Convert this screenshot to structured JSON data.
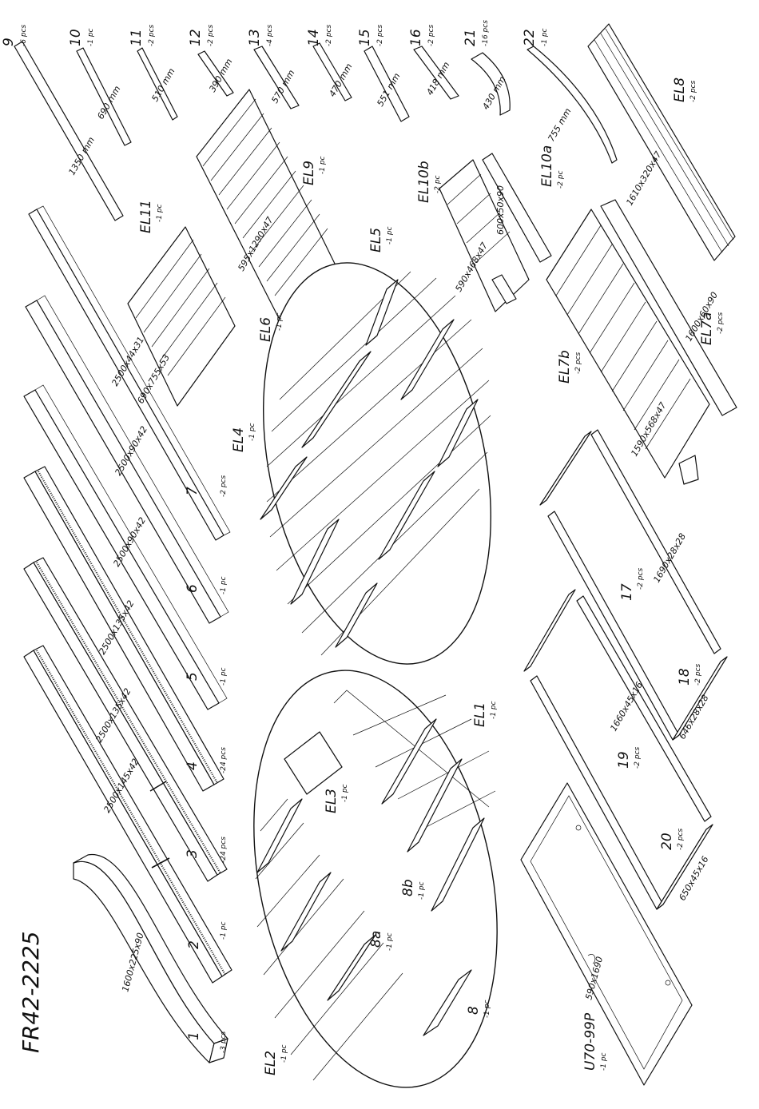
{
  "title": "FR42-2225",
  "labels": [
    {
      "id": "p1",
      "num": "1",
      "qty": "-3 pcs",
      "dim": "1600x225x90"
    },
    {
      "id": "p2",
      "num": "2",
      "qty": "-1 pc",
      "dim": "2500x145x42"
    },
    {
      "id": "p3",
      "num": "3",
      "qty": "-24 pcs",
      "dim": "2500x135x42"
    },
    {
      "id": "p4",
      "num": "4",
      "qty": "-24 pcs",
      "dim": "2500x135x42"
    },
    {
      "id": "p5",
      "num": "5",
      "qty": "-1 pc",
      "dim": "2500x90x42"
    },
    {
      "id": "p6",
      "num": "6",
      "qty": "-1 pc",
      "dim": "2500x90x42"
    },
    {
      "id": "p7",
      "num": "7",
      "qty": "-2 pcs",
      "dim": "2500x44x31"
    },
    {
      "id": "p9",
      "num": "9",
      "qty": "-6 pcs",
      "dim": "1350 mm"
    },
    {
      "id": "p10",
      "num": "10",
      "qty": "-1 pc",
      "dim": "690 mm"
    },
    {
      "id": "p11",
      "num": "11",
      "qty": "-2 pcs",
      "dim": "510 mm"
    },
    {
      "id": "p12",
      "num": "12",
      "qty": "-2 pcs",
      "dim": "390 mm"
    },
    {
      "id": "p13",
      "num": "13",
      "qty": "-4 pcs",
      "dim": "570 mm"
    },
    {
      "id": "p14",
      "num": "14",
      "qty": "-2 pcs",
      "dim": "470 mm"
    },
    {
      "id": "p15",
      "num": "15",
      "qty": "-2 pcs",
      "dim": "551 mm"
    },
    {
      "id": "p16",
      "num": "16",
      "qty": "-2 pcs",
      "dim": "418 mm"
    },
    {
      "id": "p21",
      "num": "21",
      "qty": "-16 pcs",
      "dim": "430 mm"
    },
    {
      "id": "p22",
      "num": "22",
      "qty": "-1 pc",
      "dim": "755 mm"
    },
    {
      "id": "el8",
      "num": "EL8",
      "qty": "-2 pcs",
      "dim": "1610x320x47"
    },
    {
      "id": "el9",
      "num": "EL9",
      "qty": "-1 pc",
      "dim": "595x1290x47"
    },
    {
      "id": "el10b",
      "num": "EL10b",
      "qty": "-2 pc",
      "dim": "590x468x47"
    },
    {
      "id": "el10a",
      "num": "EL10a",
      "qty": "-2 pc",
      "dim": "600x50x90"
    },
    {
      "id": "el11",
      "num": "EL11",
      "qty": "-1 pc",
      "dim": "690x755x53"
    },
    {
      "id": "el7b",
      "num": "EL7b",
      "qty": "-2 pcs",
      "dim": "1590x568x47"
    },
    {
      "id": "el7a",
      "num": "EL7a",
      "qty": "-2 pcs",
      "dim": "1600x60x90"
    },
    {
      "id": "el5",
      "num": "EL5",
      "qty": "-1 pc",
      "dim": ""
    },
    {
      "id": "el6",
      "num": "EL6",
      "qty": "-1 pc",
      "dim": ""
    },
    {
      "id": "el4",
      "num": "EL4",
      "qty": "-1 pc",
      "dim": ""
    },
    {
      "id": "el1",
      "num": "EL1",
      "qty": "-1 pc",
      "dim": ""
    },
    {
      "id": "el3",
      "num": "EL3",
      "qty": "-1 pc",
      "dim": ""
    },
    {
      "id": "el2",
      "num": "EL2",
      "qty": "-1 pc",
      "dim": ""
    },
    {
      "id": "p8a",
      "num": "8a",
      "qty": "-1 pc",
      "dim": ""
    },
    {
      "id": "p8b",
      "num": "8b",
      "qty": "-1 pc",
      "dim": ""
    },
    {
      "id": "p8",
      "num": "8",
      "qty": "-1 pc",
      "dim": ""
    },
    {
      "id": "p17",
      "num": "17",
      "qty": "-2 pcs",
      "dim": "1690x28x28"
    },
    {
      "id": "p18",
      "num": "18",
      "qty": "-2 pcs",
      "dim": "646x28x28"
    },
    {
      "id": "p19",
      "num": "19",
      "qty": "-2 pcs",
      "dim": "1660x45x16"
    },
    {
      "id": "p20",
      "num": "20",
      "qty": "-2 pcs",
      "dim": "650x45x16"
    },
    {
      "id": "door",
      "num": "U70-99P",
      "qty": "-1 pc",
      "dim": "590x1690"
    }
  ]
}
